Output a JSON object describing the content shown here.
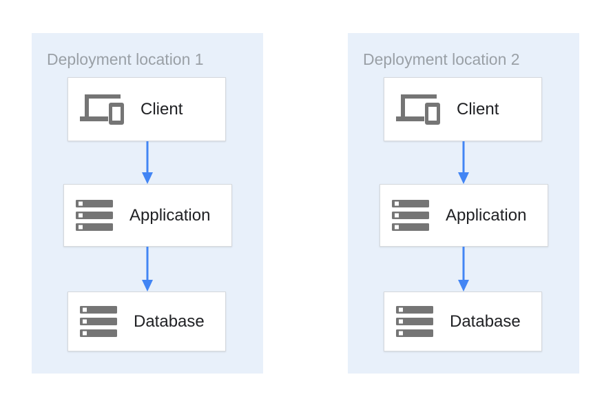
{
  "diagram": {
    "type": "architecture-diagram",
    "colors": {
      "panel_background": "#E8F0FA",
      "node_background": "#FFFFFF",
      "node_border": "#D5D8DC",
      "arrow": "#4285F4",
      "icon_gray": "#757575",
      "panel_title_gray": "#9AA0A6",
      "node_label": "#202124"
    },
    "panels": [
      {
        "title": "Deployment location 1",
        "nodes": [
          {
            "label": "Client",
            "icon": "devices-icon"
          },
          {
            "label": "Application",
            "icon": "server-stack-icon"
          },
          {
            "label": "Database",
            "icon": "server-stack-icon"
          }
        ],
        "edges": [
          {
            "from": "Client",
            "to": "Application",
            "style": "arrow-down"
          },
          {
            "from": "Application",
            "to": "Database",
            "style": "arrow-down"
          }
        ]
      },
      {
        "title": "Deployment location 2",
        "nodes": [
          {
            "label": "Client",
            "icon": "devices-icon"
          },
          {
            "label": "Application",
            "icon": "server-stack-icon"
          },
          {
            "label": "Database",
            "icon": "server-stack-icon"
          }
        ],
        "edges": [
          {
            "from": "Client",
            "to": "Application",
            "style": "arrow-down"
          },
          {
            "from": "Application",
            "to": "Database",
            "style": "arrow-down"
          }
        ]
      }
    ]
  }
}
